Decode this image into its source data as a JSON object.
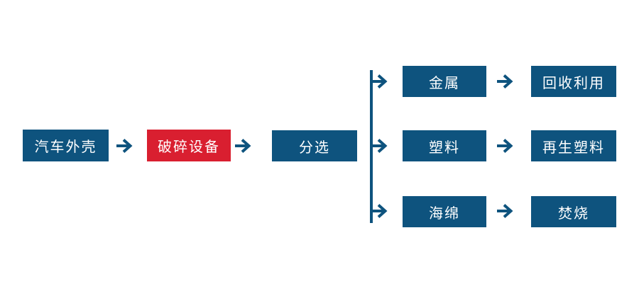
{
  "diagram": {
    "title_implied": "",
    "nodes": {
      "source": "汽车外壳",
      "process": "破碎设备",
      "sorting": "分选"
    },
    "branches": [
      {
        "material": "金属",
        "outcome": "回收利用"
      },
      {
        "material": "塑料",
        "outcome": "再生塑料"
      },
      {
        "material": "海绵",
        "outcome": "焚烧"
      }
    ]
  },
  "colors": {
    "node-blue": "#0E537E",
    "node-red": "#D91F30",
    "connector-blue": "#0E537E",
    "text-white": "#FFFFFF",
    "background": "#FFFFFF"
  }
}
